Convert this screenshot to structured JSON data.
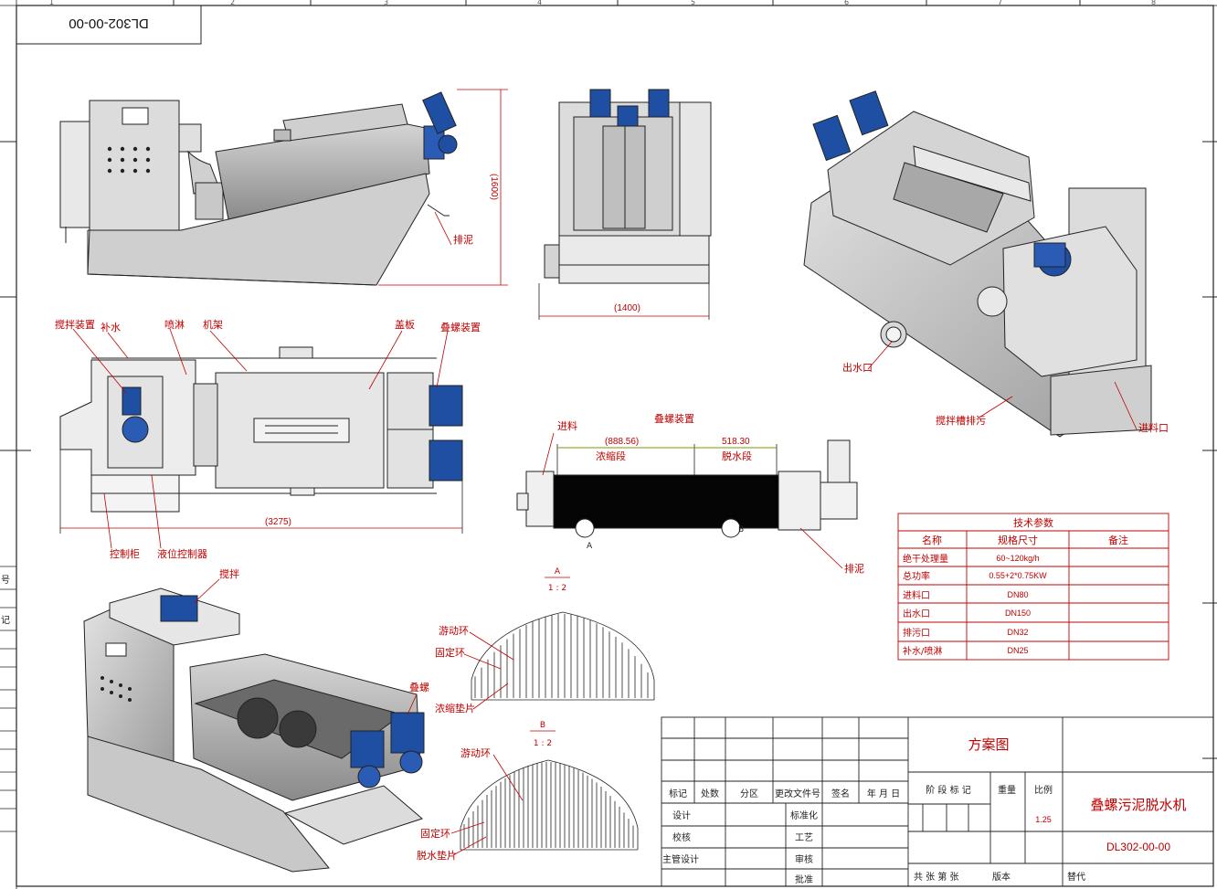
{
  "drawing_number_box": "DL302-00-00",
  "border_zone_numbers": [
    "1",
    "2",
    "3",
    "4",
    "5",
    "6",
    "7",
    "8"
  ],
  "left_margin_marks": [
    "号",
    "记"
  ],
  "front_view": {
    "dim_height": "(1600)",
    "label_sludge_outlet": "排泥"
  },
  "side_view": {
    "dim_width": "(1400)"
  },
  "iso_view": {
    "label_water_outlet": "出水口",
    "label_tank_drain": "搅拌槽排污",
    "label_inlet": "进料口"
  },
  "top_view": {
    "label_mixer": "搅拌装置",
    "label_makeup_water": "补水",
    "label_spray": "喷淋",
    "label_frame": "机架",
    "label_cover": "盖板",
    "label_screw": "叠螺装置",
    "label_cabinet": "控制柜",
    "label_level": "液位控制器",
    "dim_length": "(3275)"
  },
  "screw_detail": {
    "title": "叠螺装置",
    "label_feed": "进料",
    "dim_thicken": "(888.56)",
    "label_thicken": "浓缩段",
    "dim_dewater": "518.30",
    "label_dewater": "脱水段",
    "label_discharge": "排泥",
    "section_a_mark": "A",
    "section_b_mark": "B"
  },
  "section_a": {
    "title": "A",
    "scale": "1 : 2",
    "label_moving": "游动环",
    "label_fixed": "固定环",
    "label_gasket": "浓缩垫片"
  },
  "section_b": {
    "title": "B",
    "scale": "1 : 2",
    "label_moving": "游动环",
    "label_fixed": "固定环",
    "label_gasket": "脱水垫片"
  },
  "iso_bottom": {
    "label_mixer": "搅拌",
    "label_screw": "叠螺"
  },
  "tech_table": {
    "title": "技术参数",
    "headers": [
      "名称",
      "规格尺寸",
      "备注"
    ],
    "rows": [
      {
        "name": "绝干处理量",
        "spec": "60~120kg/h",
        "note": ""
      },
      {
        "name": "总功率",
        "spec": "0.55+2*0.75KW",
        "note": ""
      },
      {
        "name": "进料口",
        "spec": "DN80",
        "note": ""
      },
      {
        "name": "出水口",
        "spec": "DN150",
        "note": ""
      },
      {
        "name": "排污口",
        "spec": "DN32",
        "note": ""
      },
      {
        "name": "补水/喷淋",
        "spec": "DN25",
        "note": ""
      }
    ]
  },
  "title_block": {
    "scheme_label": "方案图",
    "machine_name": "叠螺污泥脱水机",
    "drawing_number": "DL302-00-00",
    "rev_headers": [
      "标记",
      "处数",
      "分区",
      "更改文件号",
      "签名",
      "年 月 日"
    ],
    "design": "设计",
    "standardize": "标准化",
    "check": "校核",
    "process": "工艺",
    "chief_design": "主管设计",
    "review": "审核",
    "approve": "批准",
    "stage_mark": "阶 段 标 记",
    "weight": "重量",
    "ratio": "比例",
    "scale_value": "1.25",
    "sheets": "共  张    第  张",
    "version": "版本",
    "replace": "替代"
  },
  "colors": {
    "red_annotation": "#c00000",
    "motor_blue": "#1f4fa3",
    "steel_gray": "#b8b8b8",
    "line": "#1a1a1a"
  }
}
